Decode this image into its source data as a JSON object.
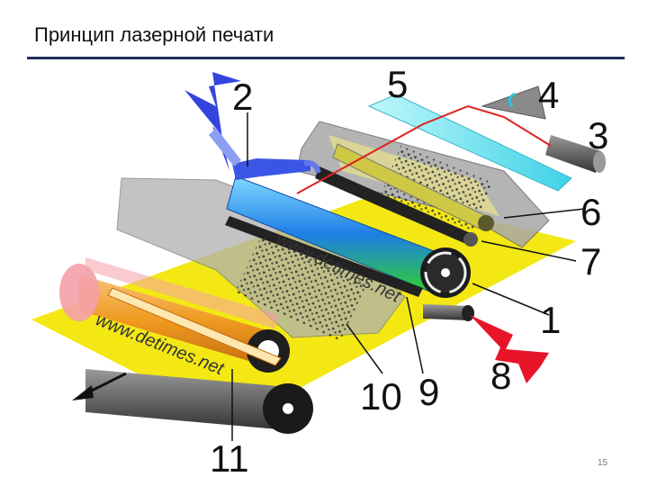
{
  "slide": {
    "title": "Принцип лазерной печати",
    "page_number": "15"
  },
  "diagram": {
    "labels": [
      "1",
      "2",
      "3",
      "4",
      "5",
      "6",
      "7",
      "8",
      "9",
      "10",
      "11"
    ],
    "watermarks": [
      "www.detimes.net",
      "www.detimes.net"
    ]
  },
  "colors": {
    "paper": "#f2e600",
    "drum_green": "#2fd02f",
    "drum_blue": "#1e7ee6",
    "laser": "#e02020",
    "arrow_red": "#e8142a",
    "arrow_blue": "#3344dd",
    "mirror_cyan": "#6fe8f2",
    "fuser_orange": "#f09a20",
    "fuser_pink": "#f4a0a8",
    "title_rule": "#1f2f5a"
  }
}
